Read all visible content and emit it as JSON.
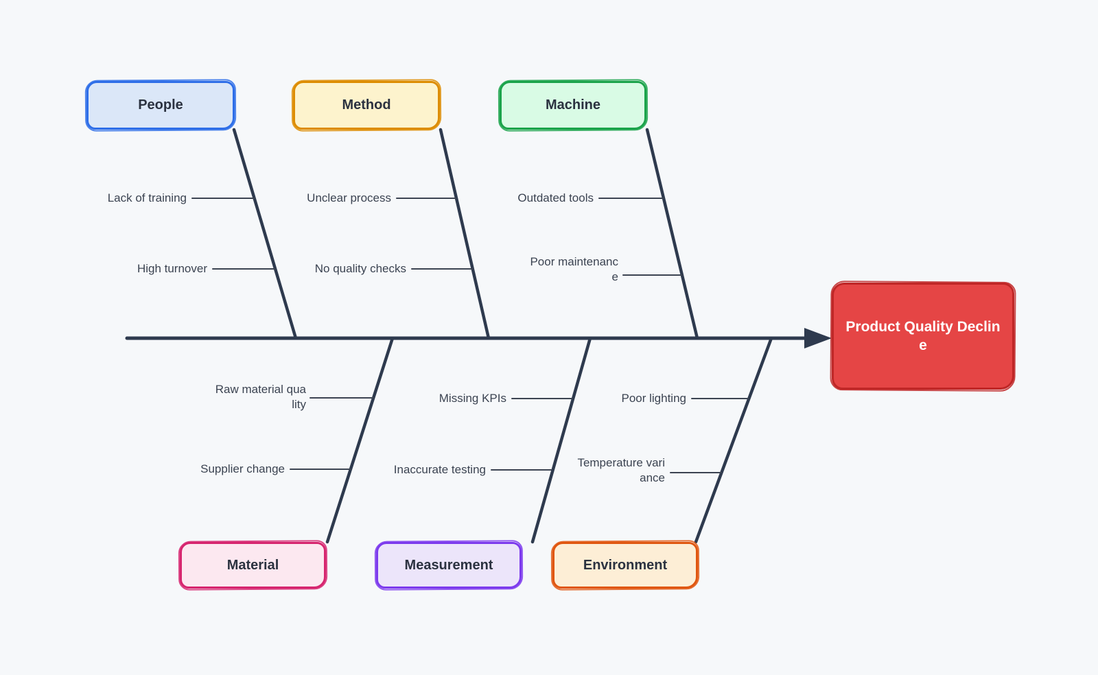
{
  "diagram_type": "fishbone-ishikawa",
  "background_color": "#f6f8fa",
  "line_color": "#2e3a4e",
  "effect": {
    "label": "Product Quality Decline",
    "lines": [
      "Product Quality Declin",
      "e"
    ],
    "fill": "#e54545",
    "border": "#bf2626",
    "text_color": "#ffffff"
  },
  "categories": [
    {
      "name": "People",
      "side": "top",
      "fill": "#dbe7f8",
      "border": "#2e6ee8",
      "causes": [
        {
          "label": "Lack of training",
          "lines": [
            "Lack of training"
          ]
        },
        {
          "label": "High turnover",
          "lines": [
            "High turnover"
          ]
        }
      ]
    },
    {
      "name": "Method",
      "side": "top",
      "fill": "#fdf3cd",
      "border": "#dd8c00",
      "causes": [
        {
          "label": "Unclear process",
          "lines": [
            "Unclear process"
          ]
        },
        {
          "label": "No quality checks",
          "lines": [
            "No quality checks"
          ]
        }
      ]
    },
    {
      "name": "Machine",
      "side": "top",
      "fill": "#d9fbe5",
      "border": "#1aa34a",
      "causes": [
        {
          "label": "Outdated tools",
          "lines": [
            "Outdated tools"
          ]
        },
        {
          "label": "Poor maintenance",
          "lines": [
            "Poor maintenanc",
            "e"
          ]
        }
      ]
    },
    {
      "name": "Material",
      "side": "bottom",
      "fill": "#fce8f0",
      "border": "#d6246e",
      "causes": [
        {
          "label": "Raw material quality",
          "lines": [
            "Raw material qua",
            "lity"
          ]
        },
        {
          "label": "Supplier change",
          "lines": [
            "Supplier change"
          ]
        }
      ]
    },
    {
      "name": "Measurement",
      "side": "bottom",
      "fill": "#ece5fa",
      "border": "#7c3aed",
      "causes": [
        {
          "label": "Missing KPIs",
          "lines": [
            "Missing KPIs"
          ]
        },
        {
          "label": "Inaccurate testing",
          "lines": [
            "Inaccurate testing"
          ]
        }
      ]
    },
    {
      "name": "Environment",
      "side": "bottom",
      "fill": "#fdeed6",
      "border": "#e0560f",
      "causes": [
        {
          "label": "Poor lighting",
          "lines": [
            "Poor lighting"
          ]
        },
        {
          "label": "Temperature variance",
          "lines": [
            "Temperature vari",
            "ance"
          ]
        }
      ]
    }
  ]
}
